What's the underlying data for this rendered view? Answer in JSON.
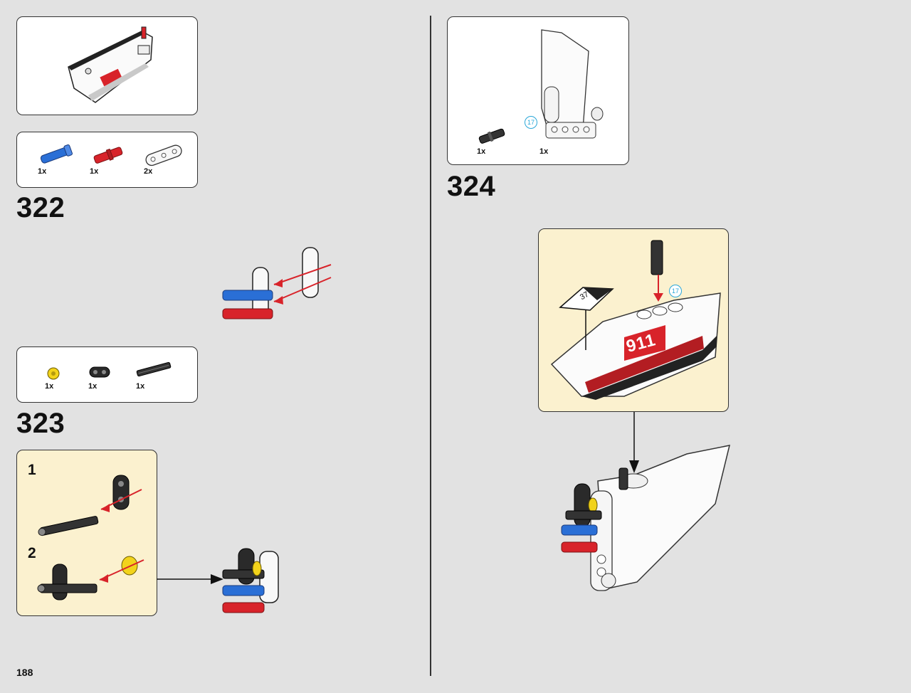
{
  "page_number": "188",
  "steps": [
    {
      "number": "322",
      "parts": [
        {
          "qty": "1x",
          "icon": "blue-pin-icon"
        },
        {
          "qty": "1x",
          "icon": "red-axle-pin-icon"
        },
        {
          "qty": "2x",
          "icon": "white-liftarm-icon"
        }
      ]
    },
    {
      "number": "323",
      "parts": [
        {
          "qty": "1x",
          "icon": "yellow-bush-icon"
        },
        {
          "qty": "1x",
          "icon": "black-liftarm-icon"
        },
        {
          "qty": "1x",
          "icon": "black-axle-icon"
        }
      ],
      "substeps": [
        "1",
        "2"
      ]
    },
    {
      "number": "324",
      "parts": [
        {
          "qty": "1x",
          "icon": "black-pin-icon"
        },
        {
          "qty": "1x",
          "icon": "white-wing-panel-icon"
        }
      ],
      "callouts": [
        "17",
        "17"
      ],
      "sticker_label": "37",
      "sticker_text": "911"
    }
  ],
  "colors": {
    "background": "#e2e2e2",
    "submodel_box": "#fbf1cf",
    "arrow_red": "#d8232a",
    "callout_blue": "#2aa7d8"
  }
}
